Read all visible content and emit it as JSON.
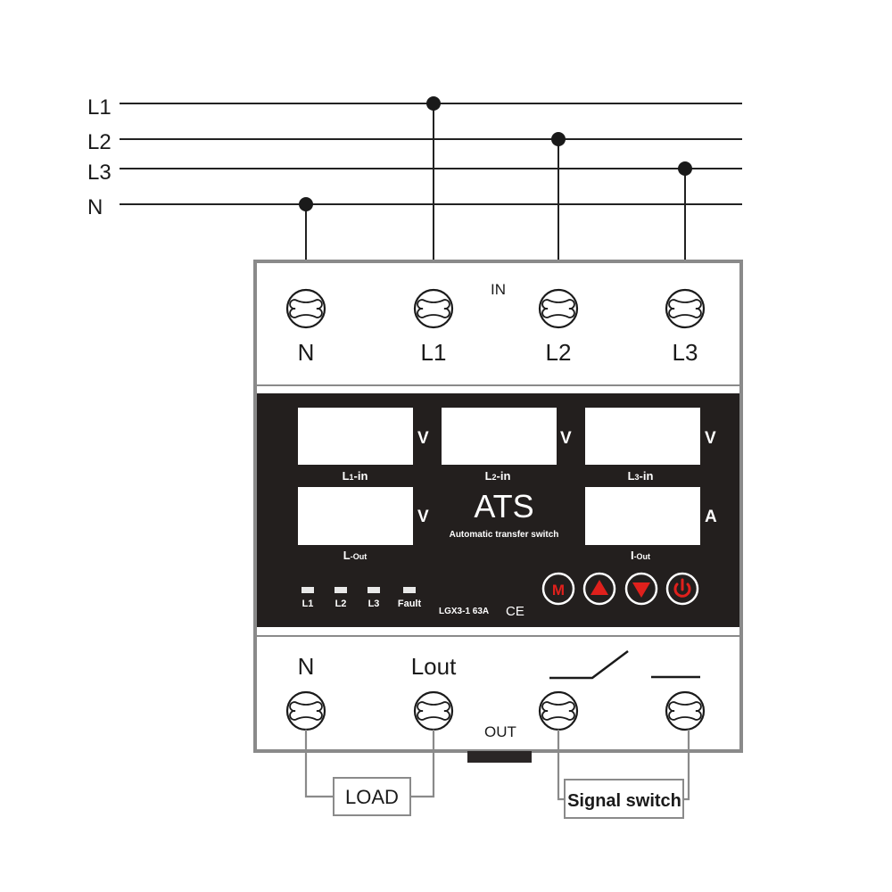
{
  "supply_lines": [
    {
      "label": "L1"
    },
    {
      "label": "L2"
    },
    {
      "label": "L3"
    },
    {
      "label": "N"
    }
  ],
  "input_section": {
    "title": "IN",
    "terminals": [
      "N",
      "L1",
      "L2",
      "L3"
    ]
  },
  "panel": {
    "displays": [
      {
        "label": "L1-in",
        "label_main": "L",
        "label_sub": "1",
        "label_tail": "-in",
        "unit": "V"
      },
      {
        "label": "L2-in",
        "label_main": "L",
        "label_sub": "2",
        "label_tail": "-in",
        "unit": "V"
      },
      {
        "label": "L3-in",
        "label_main": "L",
        "label_sub": "3",
        "label_tail": "-in",
        "unit": "V"
      },
      {
        "label": "L-Out",
        "label_main": "L",
        "label_sub": "-Out",
        "label_tail": "",
        "unit": "V"
      },
      {
        "label": "I-Out",
        "label_main": "I",
        "label_sub": "-Out",
        "label_tail": "",
        "unit": "A"
      }
    ],
    "title": "ATS",
    "subtitle": "Automatic transfer switch",
    "indicators": [
      "L1",
      "L2",
      "L3",
      "Fault"
    ],
    "model": "LGX3-1 63A",
    "certification": "CE",
    "buttons": [
      {
        "name": "mode",
        "glyph": "M"
      },
      {
        "name": "up",
        "glyph": "▲"
      },
      {
        "name": "down",
        "glyph": "▼"
      },
      {
        "name": "power",
        "glyph": "power-icon"
      }
    ],
    "accent_color": "#e0201c",
    "panel_color": "#231f1e"
  },
  "output_section": {
    "title": "OUT",
    "terminal_labels": [
      "N",
      "Lout"
    ],
    "load_label": "LOAD",
    "signal_label": "Signal switch"
  }
}
